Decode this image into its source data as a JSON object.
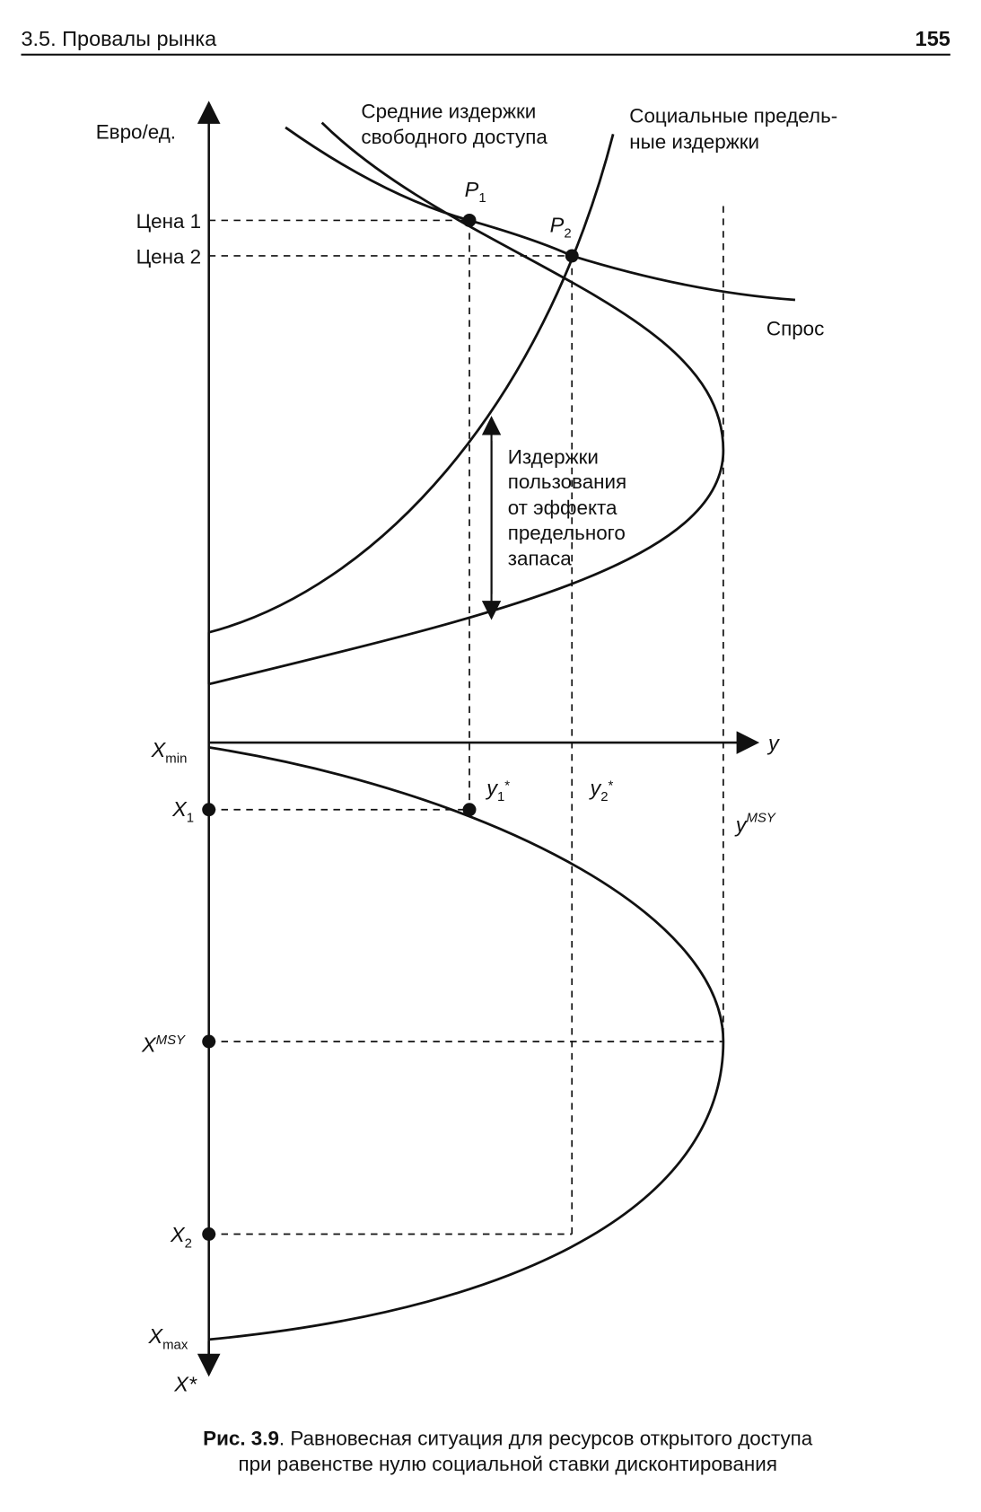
{
  "header": {
    "section": "3.5. Провалы рынка",
    "page_number": "155"
  },
  "figure": {
    "y_axis_label": "Евро/ед.",
    "x_axis_label": "y",
    "price_labels": [
      "Цена 1",
      "Цена 2"
    ],
    "points": {
      "p1": "P",
      "p1_sub": "1",
      "p2": "P",
      "p2_sub": "2"
    },
    "curve_labels": {
      "average_cost": [
        "Средние издержки",
        "свободного доступа"
      ],
      "social_marginal_cost": [
        "Социальные предель-",
        "ные издержки"
      ],
      "demand": "Спрос"
    },
    "user_cost_note": [
      "Издержки",
      "пользования",
      "от эффекта",
      "предельного",
      "запаса"
    ],
    "stock_labels": {
      "xmin": "X",
      "xmin_sub": "min",
      "x1": "X",
      "x1_sub": "1",
      "xmsy": "X",
      "xmsy_sup": "MSY",
      "x2": "X",
      "x2_sub": "2",
      "xmax": "X",
      "xmax_sub": "max",
      "xstar": "X*"
    },
    "yield_labels": {
      "y1": "y",
      "y1_sub": "1",
      "y1_star": "*",
      "y2": "y",
      "y2_sub": "2",
      "y2_star": "*",
      "ymsy": "y",
      "ymsy_sup": "MSY"
    }
  },
  "caption": {
    "number": "Рис. 3.9",
    "line1": ". Равновесная ситуация для ресурсов открытого доступа",
    "line2": "при равенстве нулю социальной ставки дисконтирования"
  }
}
